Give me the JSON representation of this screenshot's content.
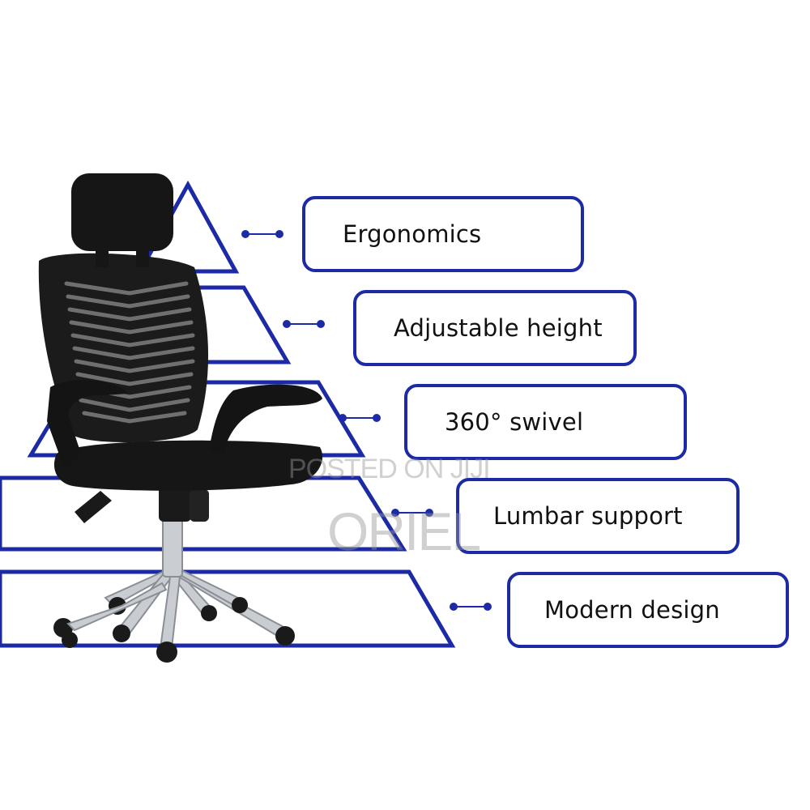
{
  "colors": {
    "accent": "#1c2aa6",
    "chair": "#151515",
    "chrome": "#c9cdd2"
  },
  "features": [
    {
      "label": "Ergonomics",
      "icon": "connector-dots-icon"
    },
    {
      "label": "Adjustable height",
      "icon": "connector-dots-icon"
    },
    {
      "label": "360° swivel",
      "icon": "connector-dots-icon"
    },
    {
      "label": "Lumbar support",
      "icon": "connector-dots-icon"
    },
    {
      "label": "Modern design",
      "icon": "connector-dots-icon"
    }
  ],
  "watermark": {
    "line1": "POSTED ON JIJI",
    "line2": "ORIEL"
  },
  "product_image": "office-chair"
}
